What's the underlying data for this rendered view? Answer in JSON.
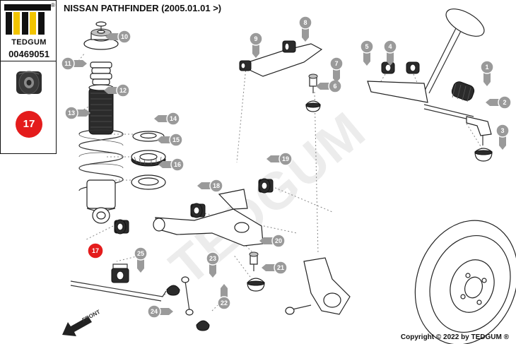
{
  "header": {
    "title": "NISSAN PATHFINDER (2005.01.01 >)"
  },
  "sidebar": {
    "brand": "TEDGUM",
    "reg_mark": "®",
    "part_number": "00469051",
    "highlight_label": "17"
  },
  "watermark": "TEDGUM",
  "front_label": "FRONT",
  "callouts": [
    {
      "label": "1"
    },
    {
      "label": "2"
    },
    {
      "label": "3"
    },
    {
      "label": "4"
    },
    {
      "label": "5"
    },
    {
      "label": "6"
    },
    {
      "label": "7"
    },
    {
      "label": "8"
    },
    {
      "label": "9"
    },
    {
      "label": "10"
    },
    {
      "label": "11"
    },
    {
      "label": "12"
    },
    {
      "label": "13"
    },
    {
      "label": "14"
    },
    {
      "label": "15"
    },
    {
      "label": "16"
    },
    {
      "label": "17"
    },
    {
      "label": "18"
    },
    {
      "label": "19"
    },
    {
      "label": "20"
    },
    {
      "label": "21"
    },
    {
      "label": "22"
    },
    {
      "label": "23"
    },
    {
      "label": "24"
    },
    {
      "label": "25"
    }
  ],
  "footer": {
    "copyright": "Copyright © 2022 by TEDGUM ®"
  },
  "colors": {
    "highlight": "#e41c1c",
    "callout": "#9a9a9a",
    "line": "#333333"
  }
}
